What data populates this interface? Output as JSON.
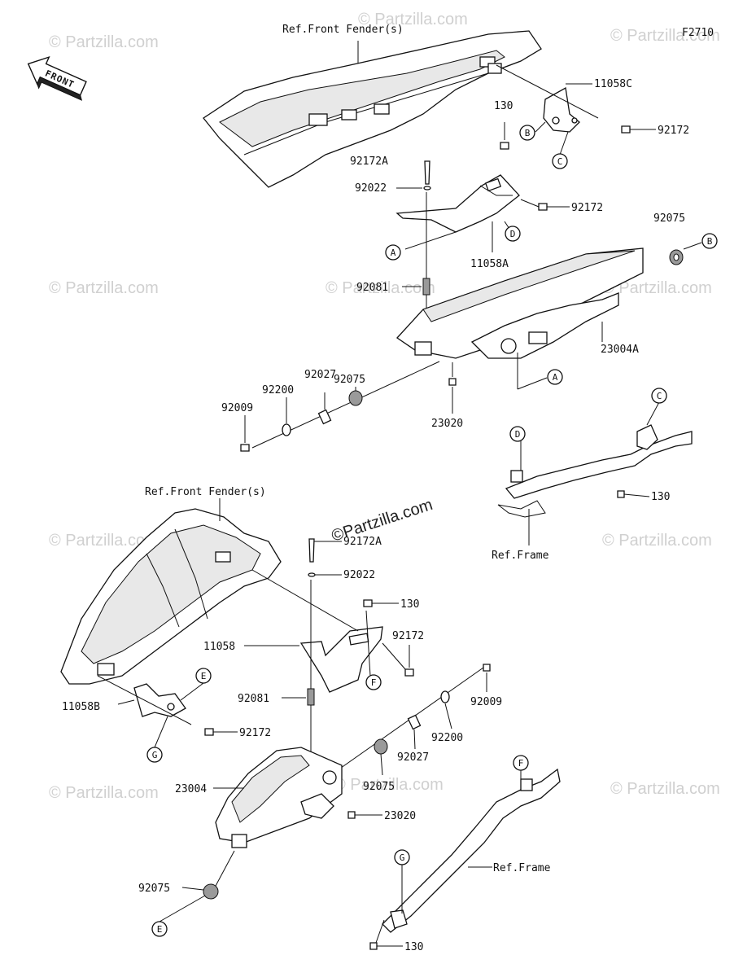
{
  "figure_code": "F2710",
  "front_arrow": "FRONT",
  "watermark": "© Partzilla.com",
  "center_watermark": "©Partzilla.com",
  "upper": {
    "ref_fender": "Ref.Front Fender(s)",
    "ref_frame": "Ref.Frame",
    "parts": {
      "p11058C": "11058C",
      "p92172_a": "92172",
      "p130_a": "130",
      "p92172A": "92172A",
      "p92022": "92022",
      "p92172_b": "92172",
      "p11058A": "11058A",
      "p92075_a": "92075",
      "p92081": "92081",
      "p23004A": "23004A",
      "p92075_b": "92075",
      "p92027": "92027",
      "p92200": "92200",
      "p92009": "92009",
      "p23020": "23020",
      "p130_b": "130"
    },
    "callouts": [
      "A",
      "B",
      "C",
      "D"
    ]
  },
  "lower": {
    "ref_fender": "Ref.Front Fender(s)",
    "ref_frame": "Ref.Frame",
    "parts": {
      "p92172A": "92172A",
      "p92022": "92022",
      "p130_a": "130",
      "p11058": "11058",
      "p92172_a": "92172",
      "p92009": "92009",
      "p11058B": "11058B",
      "p92081": "92081",
      "p92200": "92200",
      "p92172_b": "92172",
      "p92027": "92027",
      "p23004": "23004",
      "p92075_a": "92075",
      "p23020": "23020",
      "p92075_b": "92075",
      "p130_b": "130"
    },
    "callouts": [
      "E",
      "F",
      "G"
    ]
  }
}
